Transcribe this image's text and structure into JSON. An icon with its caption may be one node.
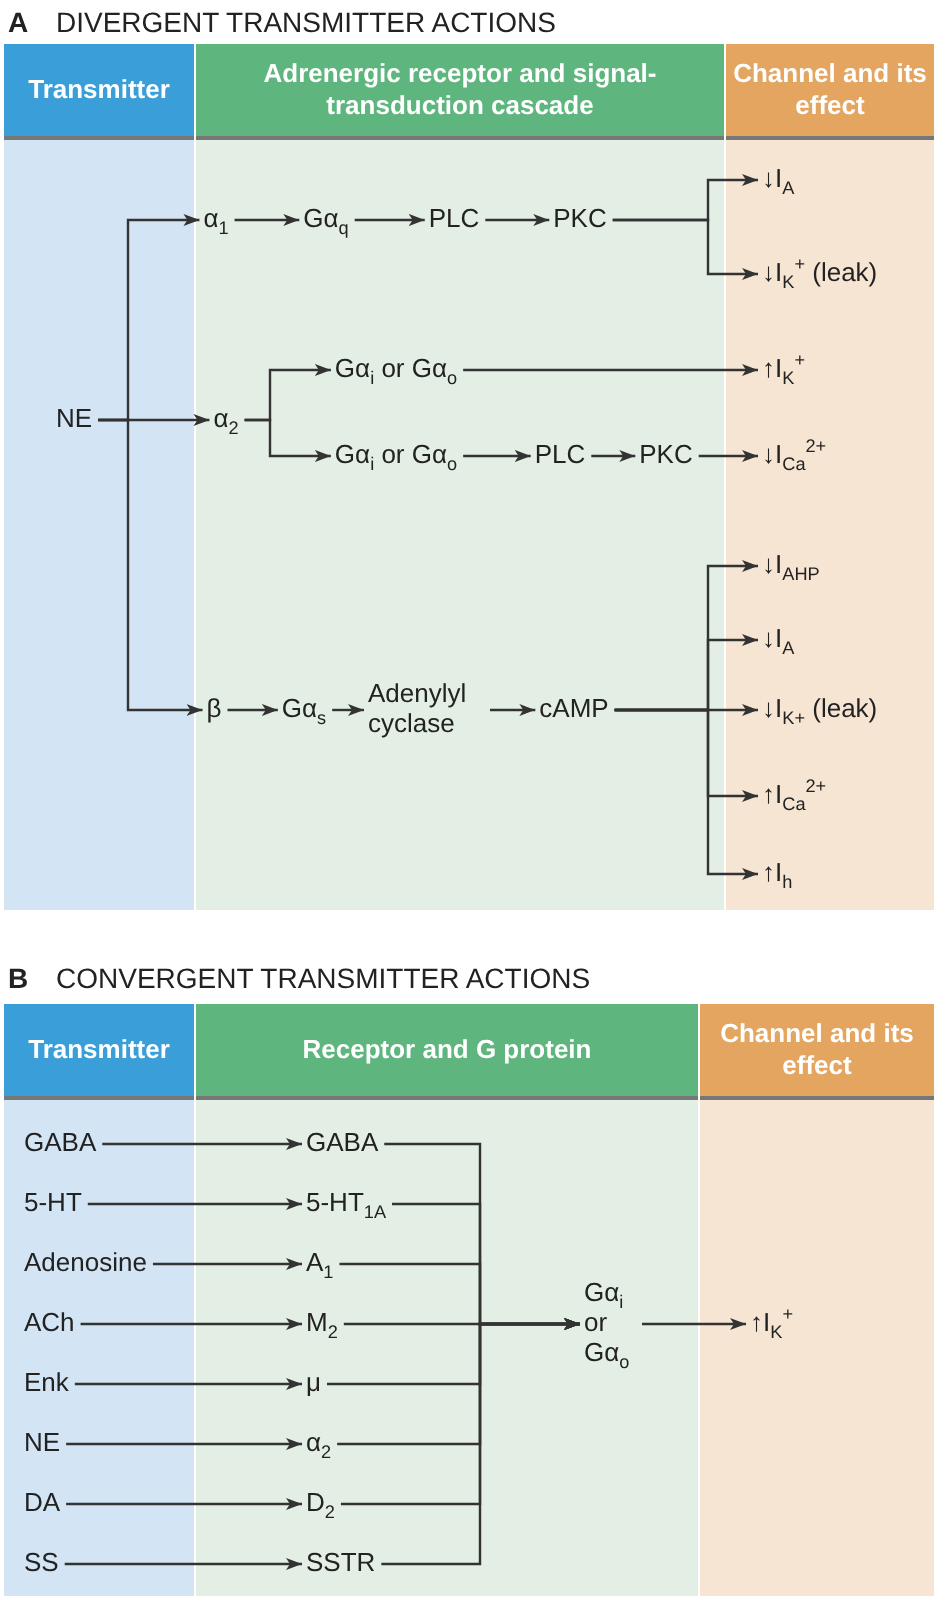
{
  "diagram": {
    "nodes": [
      {
        "text": [
          "Transmitter"
        ]
      },
      {
        "text": [
          "Adrenergic receptor and signal-transduction cascade"
        ]
      },
      {
        "text": [
          "Channel and its effect"
        ]
      },
      {
        "text": [
          "NE"
        ],
        "in": 0
      },
      {
        "text": [
          "α$_{1}$"
        ],
        "in": 1
      },
      {
        "text": [
          "Gα$_{q}$"
        ],
        "in": 1
      },
      {
        "text": [
          "PLC"
        ],
        "in": 1
      },
      {
        "text": [
          "PKC"
        ],
        "in": 1
      },
      {
        "text": [
          "α$_{2}$"
        ],
        "in": 1
      },
      {
        "text": [
          "Gα$_{i}$ or Gα$_{o}$"
        ],
        "in": 1
      },
      {
        "text": [
          "Gα$_{i}$ or Gα$_{o}$"
        ],
        "in": 1
      },
      {
        "text": [
          "PLC"
        ],
        "in": 1
      },
      {
        "text": [
          "PKC"
        ],
        "in": 1
      },
      {
        "text": [
          "β"
        ],
        "in": 1
      },
      {
        "text": [
          "Gα$_{s}$"
        ],
        "in": 1
      },
      {
        "text": [
          "Adenylyl cyclase"
        ],
        "in": 1
      },
      {
        "text": [
          "cAMP"
        ],
        "in": 1
      },
      {
        "text": [
          "↓I$_{A}$"
        ],
        "in": 2
      },
      {
        "text": [
          "↓I$_{K}$$^{+}$ (leak)"
        ],
        "in": 2
      },
      {
        "text": [
          "↑I$_{K}$$^{+}$"
        ],
        "in": 2
      },
      {
        "text": [
          "↓I$_{Ca}$$^{2+}$"
        ],
        "in": 2
      },
      {
        "text": [
          "↓I$_{AHP}$"
        ],
        "in": 2
      },
      {
        "text": [
          "↓I$_{A}$"
        ],
        "in": 2
      },
      {
        "text": [
          "↓I$_{K+}$ (leak)"
        ],
        "in": 2
      },
      {
        "text": [
          "↑I$_{Ca}$$^{2+}$"
        ],
        "in": 2
      },
      {
        "text": [
          "↑I$_{h}$"
        ],
        "in": 2
      },
      {
        "text": [
          "Transmitter"
        ]
      },
      {
        "text": [
          "Receptor and G protein"
        ]
      },
      {
        "text": [
          "Channel and its effect"
        ]
      },
      {
        "text": [
          "GABA"
        ],
        "in": 26
      },
      {
        "text": [
          "5-HT"
        ],
        "in": 26
      },
      {
        "text": [
          "Adenosine"
        ],
        "in": 26
      },
      {
        "text": [
          "ACh"
        ],
        "in": 26
      },
      {
        "text": [
          "Enk"
        ],
        "in": 26
      },
      {
        "text": [
          "NE"
        ],
        "in": 26
      },
      {
        "text": [
          "DA"
        ],
        "in": 26
      },
      {
        "text": [
          "SS"
        ],
        "in": 26
      },
      {
        "text": [
          "GABA"
        ],
        "in": 27
      },
      {
        "text": [
          "5-HT$_{1A}$"
        ],
        "in": 27
      },
      {
        "text": [
          "A$_{1}$"
        ],
        "in": 27
      },
      {
        "text": [
          "M$_{2}$"
        ],
        "in": 27
      },
      {
        "text": [
          "μ"
        ],
        "in": 27
      },
      {
        "text": [
          "α$_{2}$"
        ],
        "in": 27
      },
      {
        "text": [
          "D$_{2}$"
        ],
        "in": 27
      },
      {
        "text": [
          "SSTR"
        ],
        "in": 27
      },
      {
        "text": [
          "Gα$_{i}$ or Gα$_{o}$"
        ],
        "in": 27
      },
      {
        "text": [
          "↑I$_{K}$$^{+}$"
        ],
        "in": 28
      }
    ],
    "edges": [
      {
        "from": 3,
        "to": 4,
        "arrow": "to"
      },
      {
        "from": 3,
        "to": 8,
        "arrow": "to"
      },
      {
        "from": 3,
        "to": 13,
        "arrow": "to"
      },
      {
        "from": 4,
        "to": 5,
        "arrow": "to"
      },
      {
        "from": 5,
        "to": 6,
        "arrow": "to"
      },
      {
        "from": 6,
        "to": 7,
        "arrow": "to"
      },
      {
        "from": 7,
        "to": 17,
        "arrow": "to"
      },
      {
        "from": 7,
        "to": 18,
        "arrow": "to"
      },
      {
        "from": 8,
        "to": 9,
        "arrow": "to"
      },
      {
        "from": 8,
        "to": 10,
        "arrow": "to"
      },
      {
        "from": 9,
        "to": 19,
        "arrow": "to"
      },
      {
        "from": 10,
        "to": 11,
        "arrow": "to"
      },
      {
        "from": 11,
        "to": 12,
        "arrow": "to"
      },
      {
        "from": 12,
        "to": 20,
        "arrow": "to"
      },
      {
        "from": 13,
        "to": 14,
        "arrow": "to"
      },
      {
        "from": 14,
        "to": 15,
        "arrow": "to"
      },
      {
        "from": 15,
        "to": 16,
        "arrow": "to"
      },
      {
        "from": 16,
        "to": 21,
        "arrow": "to"
      },
      {
        "from": 16,
        "to": 22,
        "arrow": "to"
      },
      {
        "from": 16,
        "to": 23,
        "arrow": "to"
      },
      {
        "from": 16,
        "to": 24,
        "arrow": "to"
      },
      {
        "from": 16,
        "to": 25,
        "arrow": "to"
      },
      {
        "from": 29,
        "to": 37,
        "arrow": "to"
      },
      {
        "from": 30,
        "to": 38,
        "arrow": "to"
      },
      {
        "from": 31,
        "to": 39,
        "arrow": "to"
      },
      {
        "from": 32,
        "to": 40,
        "arrow": "to"
      },
      {
        "from": 33,
        "to": 41,
        "arrow": "to"
      },
      {
        "from": 34,
        "to": 42,
        "arrow": "to"
      },
      {
        "from": 35,
        "to": 43,
        "arrow": "to"
      },
      {
        "from": 36,
        "to": 44,
        "arrow": "to"
      },
      {
        "from": 37,
        "to": 45,
        "arrow": "to"
      },
      {
        "from": 38,
        "to": 45,
        "arrow": "to"
      },
      {
        "from": 39,
        "to": 45,
        "arrow": "to"
      },
      {
        "from": 40,
        "to": 45,
        "arrow": "to"
      },
      {
        "from": 41,
        "to": 45,
        "arrow": "to"
      },
      {
        "from": 42,
        "to": 45,
        "arrow": "to"
      },
      {
        "from": 43,
        "to": 45,
        "arrow": "to"
      },
      {
        "from": 44,
        "to": 45,
        "arrow": "to"
      },
      {
        "from": 45,
        "to": 46,
        "arrow": "to"
      }
    ],
    "labels": [
      "A",
      "DIVERGENT TRANSMITTER ACTIONS",
      "B",
      "CONVERGENT TRANSMITTER ACTIONS"
    ]
  }
}
